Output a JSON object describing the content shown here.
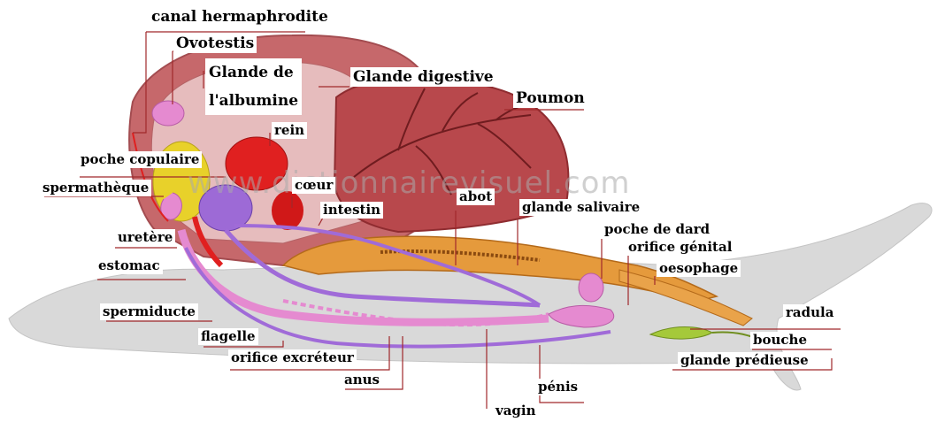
{
  "colors": {
    "label_line": "#a0282b",
    "shell": "#c6686b",
    "lung": "#b8484c",
    "body": "#d9d9d9",
    "gland_orange": "#e59a3c",
    "pink_duct": "#e58ad0",
    "purple_duct": "#a06bd8",
    "albumin": "#e8d12a",
    "kidney": "#e02020"
  },
  "watermark": "www.dictionnairevisuel.com",
  "labels": {
    "canal_hermaphrodite": "canal hermaphrodite",
    "ovotestis": "Ovotestis",
    "glande_albumine_1": "Glande de",
    "glande_albumine_2": "l'albumine",
    "glande_digestive": "Glande digestive",
    "poumon": "Poumon",
    "rein": "rein",
    "poche_copulaire": "poche copulaire",
    "spermatheque": "spermathèque",
    "coeur": "cœur",
    "intestin": "intestin",
    "abot": "abot",
    "glande_salivaire": "glande salivaire",
    "poche_de_dard": "poche de dard",
    "orifice_genital": "orifice génital",
    "oesophage": "oesophage",
    "uretere": "uretère",
    "estomac": "estomac",
    "radula": "radula",
    "spermiducte": "spermiducte",
    "bouche": "bouche",
    "flagelle": "flagelle",
    "glande_pedieuse": "glande prédieuse",
    "orifice_excreteur": "orifice excréteur",
    "anus": "anus",
    "penis": "pénis",
    "vagin": "vagin"
  }
}
